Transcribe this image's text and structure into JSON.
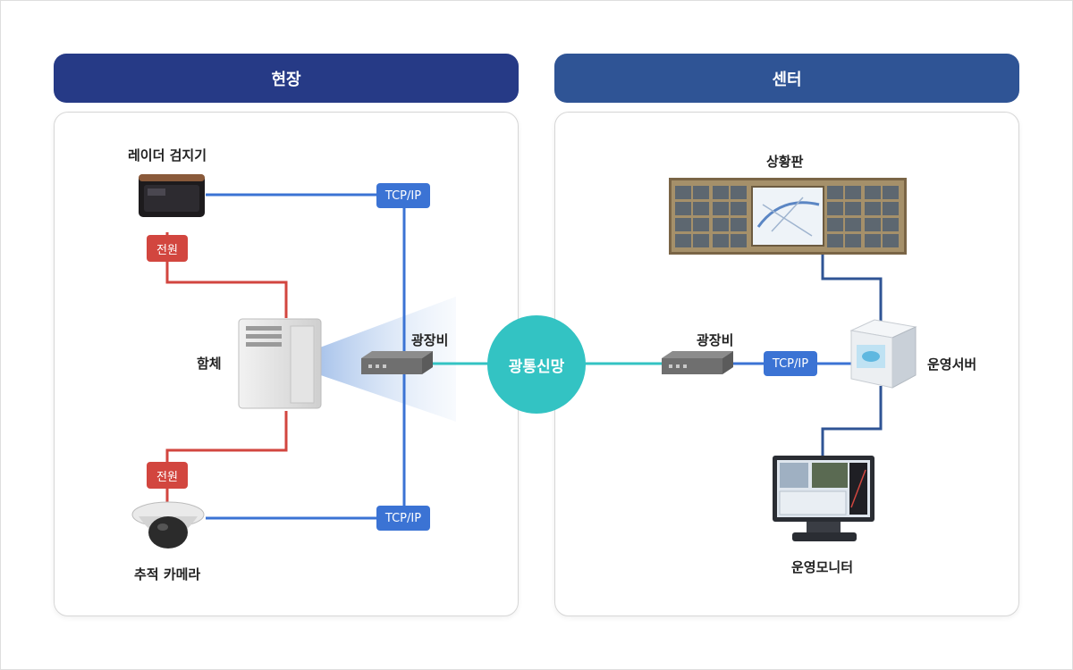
{
  "field": {
    "title": "현장"
  },
  "center": {
    "title": "센터"
  },
  "network": {
    "label": "광통신망"
  },
  "field_nodes": {
    "radar": "레이더 검지기",
    "cabinet": "함체",
    "optical_switch": "광장비",
    "camera": "추적 카메라",
    "power_top": "전원",
    "power_bottom": "전원",
    "tcp_top": "TCP/IP",
    "tcp_bottom": "TCP/IP"
  },
  "center_nodes": {
    "display_board": "상황판",
    "optical_switch": "광장비",
    "tcp": "TCP/IP",
    "server": "운영서버",
    "monitor": "운영모니터"
  },
  "colors": {
    "field_header": "#263a86",
    "center_header": "#2f5495",
    "data_line": "#3b73d4",
    "power_line": "#d2463f",
    "fiber_line": "#33c3c3",
    "center_line": "#2f5495"
  }
}
